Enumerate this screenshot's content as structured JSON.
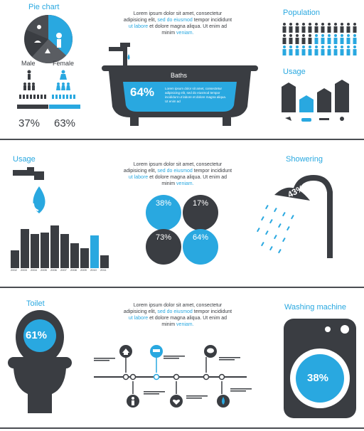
{
  "colors": {
    "blue": "#29a8e0",
    "dark": "#3a3d42",
    "gray": "#5a5d62"
  },
  "section1": {
    "pie_title": "Pie chart",
    "male_label": "Male",
    "female_label": "Female",
    "male_pct": "37%",
    "female_pct": "63%",
    "male_fraction": 0.37,
    "female_fraction": 0.63,
    "baths_label": "Baths",
    "baths_pct": "64%",
    "population_title": "Population",
    "usage_title": "Usage"
  },
  "lorem": {
    "line1": "Lorem ipsum dolor sit amet, consectetur",
    "line2a": "adipisicing elit, ",
    "line2b": "sed do eiusmod",
    "line2c": " tempor incididunt",
    "line3a": "ut labore",
    "line3b": " et dolore magna aliqua. Ut enim ad",
    "line4a": "minim ",
    "line4b": "veniam."
  },
  "section2": {
    "usage_title": "Usage",
    "showering_title": "Showering",
    "shower_pct": "43%",
    "circles": [
      {
        "value": "38%",
        "color": "blue"
      },
      {
        "value": "17%",
        "color": "dark"
      },
      {
        "value": "73%",
        "color": "dark"
      },
      {
        "value": "64%",
        "color": "blue"
      }
    ],
    "years": [
      "2002",
      "2003",
      "2004",
      "2005",
      "2006",
      "2007",
      "2008",
      "2009",
      "2010",
      "2011"
    ]
  },
  "section3": {
    "toilet_title": "Toilet",
    "toilet_pct": "61%",
    "washing_title": "Washing machine",
    "washing_pct": "38%"
  },
  "chart_data": {
    "type": "bar",
    "categories": [
      "2002",
      "2003",
      "2004",
      "2005",
      "2006",
      "2007",
      "2008",
      "2009",
      "2010",
      "2011"
    ],
    "values": [
      25,
      55,
      48,
      50,
      60,
      48,
      35,
      28,
      46,
      18
    ],
    "highlight_index": 8,
    "ylim": [
      0,
      65
    ],
    "title": "",
    "xlabel": "",
    "ylabel": ""
  }
}
